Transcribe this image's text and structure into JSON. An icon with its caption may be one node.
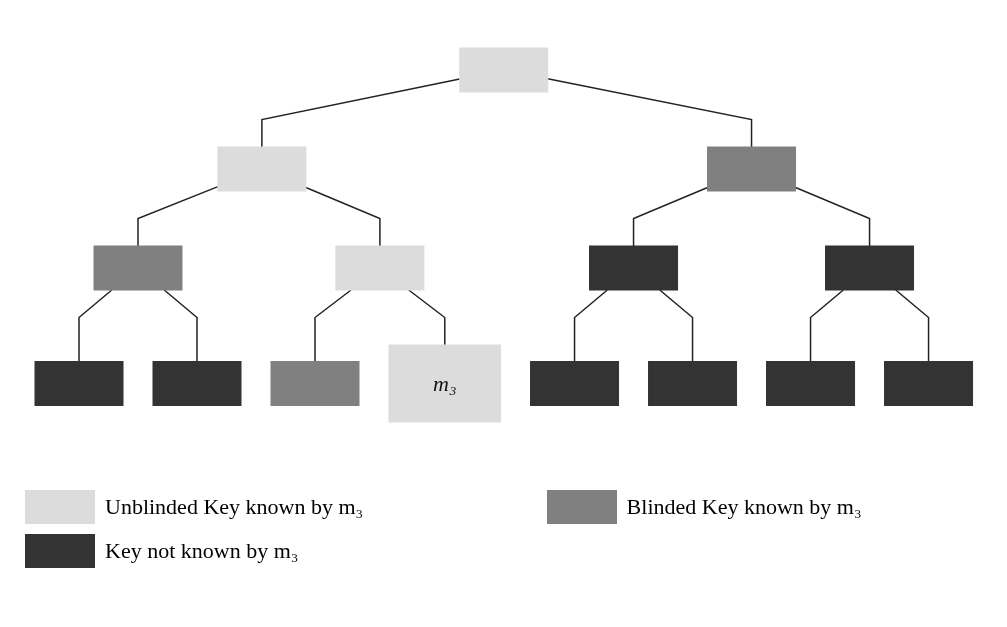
{
  "diagram": {
    "nodes": [
      {
        "text": [],
        "shape": "box"
      },
      {
        "text": [],
        "shape": "box"
      },
      {
        "text": [],
        "shape": "box"
      },
      {
        "text": [],
        "shape": "box"
      },
      {
        "text": [],
        "shape": "box"
      },
      {
        "text": [],
        "shape": "box"
      },
      {
        "text": [],
        "shape": "box"
      },
      {
        "text": [],
        "shape": "box"
      },
      {
        "text": [],
        "shape": "box"
      },
      {
        "text": [],
        "shape": "box"
      },
      {
        "text": [
          "m₃"
        ]
      },
      {
        "text": [],
        "shape": "box"
      },
      {
        "text": [],
        "shape": "box"
      },
      {
        "text": [],
        "shape": "box"
      },
      {
        "text": [],
        "shape": "box"
      }
    ],
    "edges": [
      {
        "from": 0,
        "to": 1,
        "arrow": "none"
      },
      {
        "from": 0,
        "to": 2,
        "arrow": "none"
      },
      {
        "from": 1,
        "to": 3,
        "arrow": "none"
      },
      {
        "from": 1,
        "to": 4,
        "arrow": "none"
      },
      {
        "from": 2,
        "to": 5,
        "arrow": "none"
      },
      {
        "from": 2,
        "to": 6,
        "arrow": "none"
      },
      {
        "from": 3,
        "to": 7,
        "arrow": "none"
      },
      {
        "from": 3,
        "to": 8,
        "arrow": "none"
      },
      {
        "from": 4,
        "to": 9,
        "arrow": "none"
      },
      {
        "from": 4,
        "to": 10,
        "arrow": "none"
      },
      {
        "from": 5,
        "to": 11,
        "arrow": "none"
      },
      {
        "from": 5,
        "to": 12,
        "arrow": "none"
      },
      {
        "from": 6,
        "to": 13,
        "arrow": "none"
      },
      {
        "from": 6,
        "to": 14,
        "arrow": "none"
      }
    ],
    "legend": [
      {
        "text": "Unblinded Key known by m₃",
        "color": "#dcdcdc"
      },
      {
        "text": "Blinded Key known by m₃",
        "color": "#808080"
      },
      {
        "text": "Key not known by m₃",
        "color": "#333333"
      }
    ]
  }
}
